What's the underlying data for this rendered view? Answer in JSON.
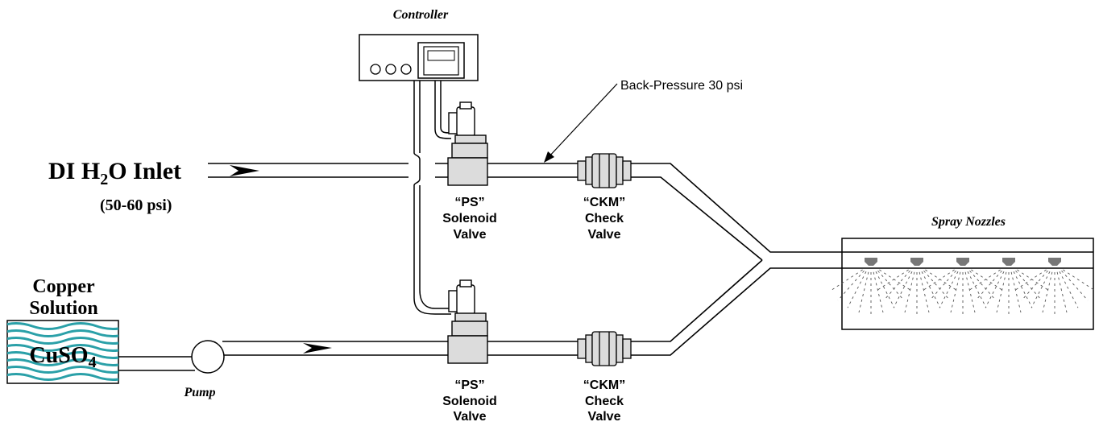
{
  "labels": {
    "controller": "Controller",
    "back_pressure": "Back-Pressure 30 psi",
    "inlet_main": "DI H",
    "inlet_sub": "2",
    "inlet_tail": "O Inlet",
    "inlet_pressure": "(50-60 psi)",
    "copper_line1": "Copper",
    "copper_line2": "Solution",
    "cuso_main": "CuSO",
    "cuso_sub": "4",
    "pump": "Pump",
    "spray_nozzles": "Spray Nozzles"
  },
  "valves": {
    "solenoid_top": {
      "line1": "“PS”",
      "line2": "Solenoid",
      "line3": "Valve"
    },
    "check_top": {
      "line1": "“CKM”",
      "line2": "Check",
      "line3": "Valve"
    },
    "solenoid_bottom": {
      "line1": "“PS”",
      "line2": "Solenoid",
      "line3": "Valve"
    },
    "check_bottom": {
      "line1": "“CKM”",
      "line2": "Check",
      "line3": "Valve"
    }
  },
  "colors": {
    "stroke": "#000000",
    "valve_fill": "#dcdcdc",
    "tank_wave": "#2aa0a8"
  },
  "nozzle_count": 5
}
